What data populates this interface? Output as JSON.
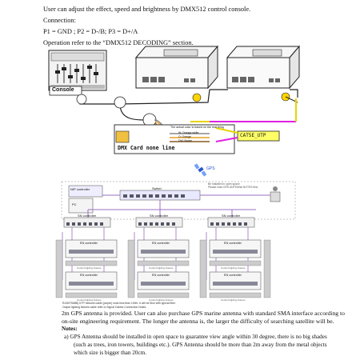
{
  "intro": {
    "line1": "User can adjust the effect, speed and brightness by DMX512 control console.",
    "line2": "Connection:",
    "line3": "P1 = GND ;  P2 = D-/B;  P3 = D+/A",
    "line4": "Operation refer to the “DMX512 DECODING” section."
  },
  "diagram1": {
    "console_label": "Console",
    "wire_note": "The actual color is based on the real thing",
    "wire_white": "W: Orange-white",
    "wire_orange": "O: Orange",
    "wire_brown": "DW: Brown",
    "cat5e_label": "CAT5E_UTP",
    "dmx_card_label": "DMX Card none line"
  },
  "diagram2": {
    "gps_label": "GPS",
    "nip_label": "NIP controller",
    "pc_label": "PC",
    "switch_label": "Switch",
    "gps_install_note": "Be installed in open space",
    "gps_install_note2": "Please read GPS ANTENNA NOTES first.",
    "sn_controller_label": "SN controller",
    "en_controller_label": "EN controller",
    "en_lighting_label": "Control lighting fixtures",
    "footnote1": "RJ45/T568B) UTP network cable (purple) must less than 100m. It will be 5km with typical fiber.",
    "footnote2": "Output lighting fixtures cable refer to Signal Cables Connection Notes."
  },
  "paragraph": {
    "text1": "2m GPS antenna is provided. User can also purchase GPS marine antenna with standard SMA interface according to",
    "text2": "on-site engineering requirement. The longer the antenna is, the larger the difficulty of searching satellite will be."
  },
  "notes": {
    "heading": "Notes:",
    "item_a1": "a) GPS Antenna should be installed in open space to guarantee view angle within 30 degree, there is no big shades",
    "item_a2": "(such as trees, iron towers, buildings etc.). GPS Antenna should be more than 2m away from the metal objects",
    "item_a3": "which size is bigger than 20cm."
  },
  "colors": {
    "wire_yellow": "#e8d400",
    "wire_magenta": "#e020e0",
    "cable_purple": "#9b6fc4",
    "highlight": "#ffff66",
    "gps_blue": "#2a55d6"
  }
}
